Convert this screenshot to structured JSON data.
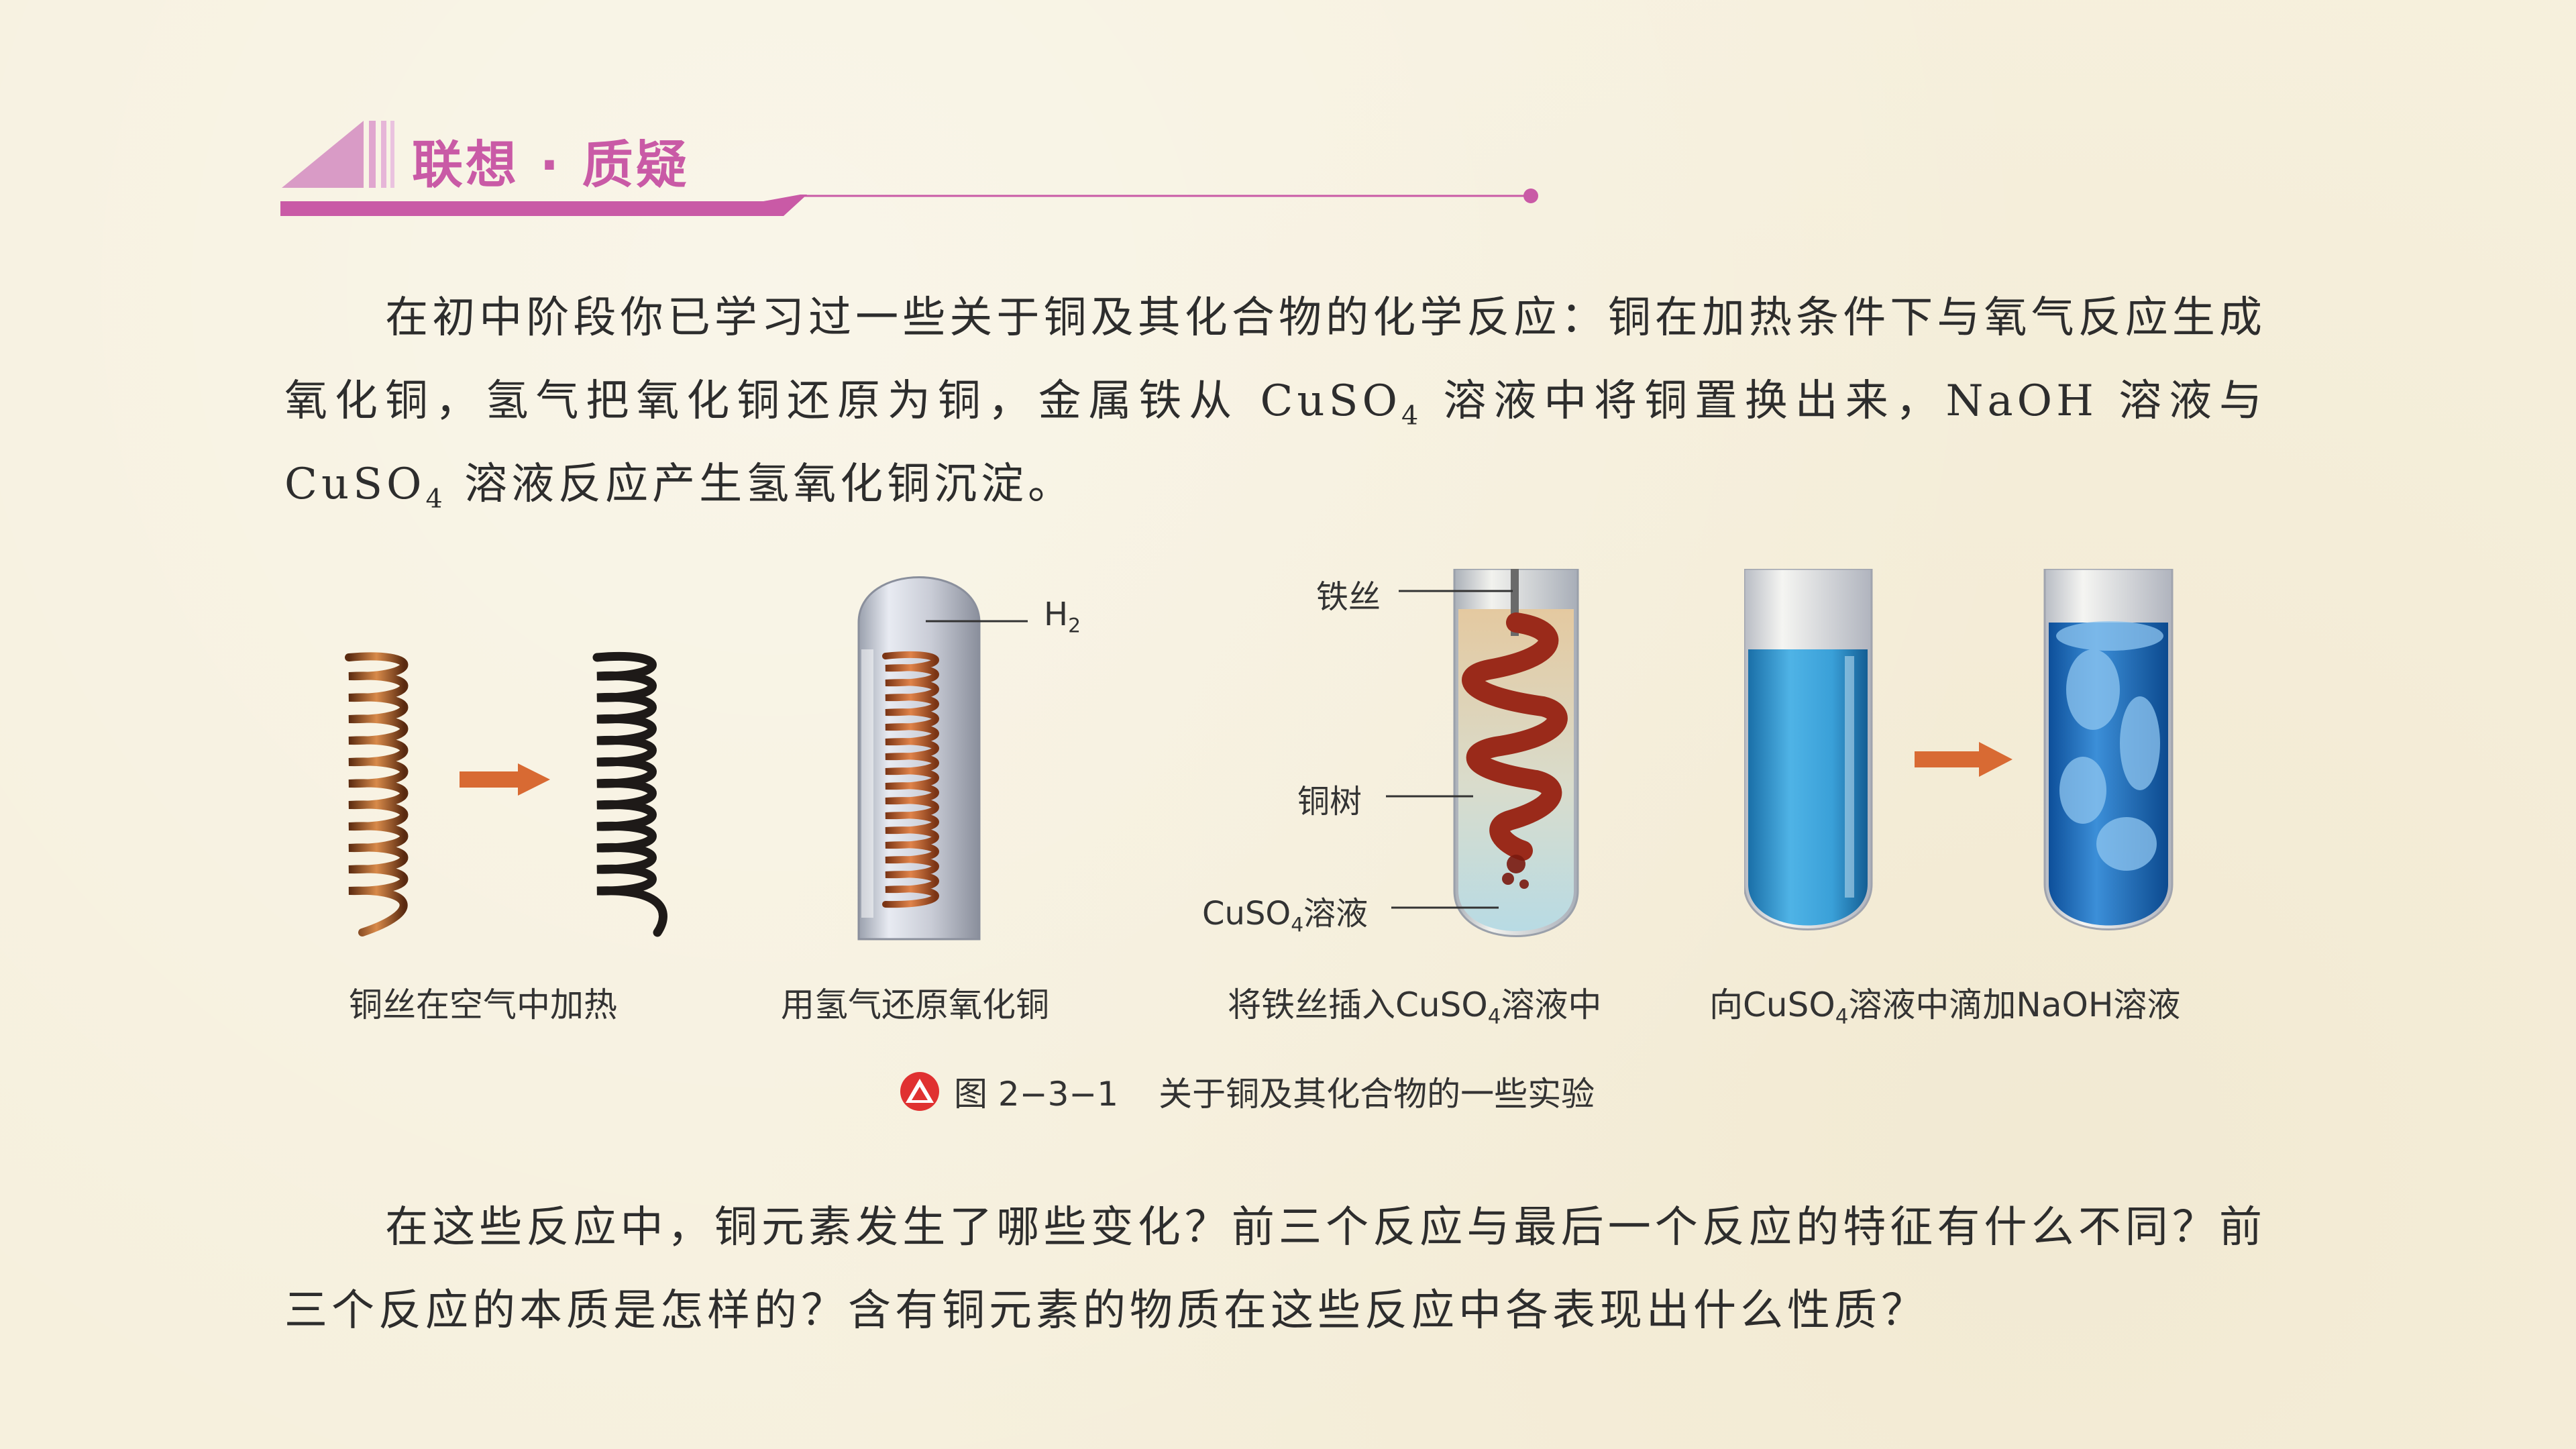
{
  "header": {
    "title": "联想 · 质疑",
    "accent_color": "#c95aa6"
  },
  "intro_paragraph": {
    "part1": "在初中阶段你已学习过一些关于铜及其化合物的化学反应：铜在加热条件下与氧气反应生成氧化铜，氢气把氧化铜还原为铜，金属铁从 CuSO",
    "sub1": "4",
    "part2": " 溶液中将铜置换出来，NaOH 溶液与 CuSO",
    "sub2": "4",
    "part3": " 溶液反应产生氢氧化铜沉淀。"
  },
  "figure": {
    "panels": [
      {
        "caption": "铜丝在空气中加热"
      },
      {
        "caption": "用氢气还原氧化铜",
        "label_h": "H",
        "label_h_sub": "2"
      },
      {
        "caption_a": "将铁丝插入CuSO",
        "caption_sub": "4",
        "caption_b": "溶液中",
        "label_iron_wire": "铁丝",
        "label_copper_tree": "铜树",
        "label_solution_a": "CuSO",
        "label_solution_sub": "4",
        "label_solution_b": "溶液"
      },
      {
        "caption_a": "向CuSO",
        "caption_sub": "4",
        "caption_b": "溶液中滴加NaOH溶液"
      }
    ],
    "title_number": "图 2−3−1",
    "title_text": "关于铜及其化合物的一些实验",
    "arrow_color": "#d86a33",
    "solution_color": "#2f8fd0"
  },
  "question_paragraph": {
    "text": "在这些反应中，铜元素发生了哪些变化？前三个反应与最后一个反应的特征有什么不同？前三个反应的本质是怎样的？含有铜元素的物质在这些反应中各表现出什么性质？"
  }
}
